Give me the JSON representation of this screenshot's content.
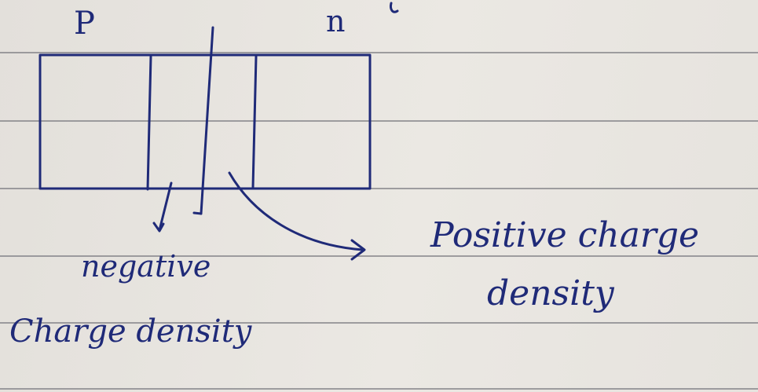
{
  "regions": {
    "p_label": "P",
    "n_label": "n"
  },
  "annotations": {
    "negative_line1": "negative",
    "negative_line2": "Charge density",
    "positive_line1": "Positive charge",
    "positive_line2": "density"
  },
  "colors": {
    "ink": "#1f2a78",
    "paper": "#e9e6e1",
    "rule": "#7c7c82"
  }
}
